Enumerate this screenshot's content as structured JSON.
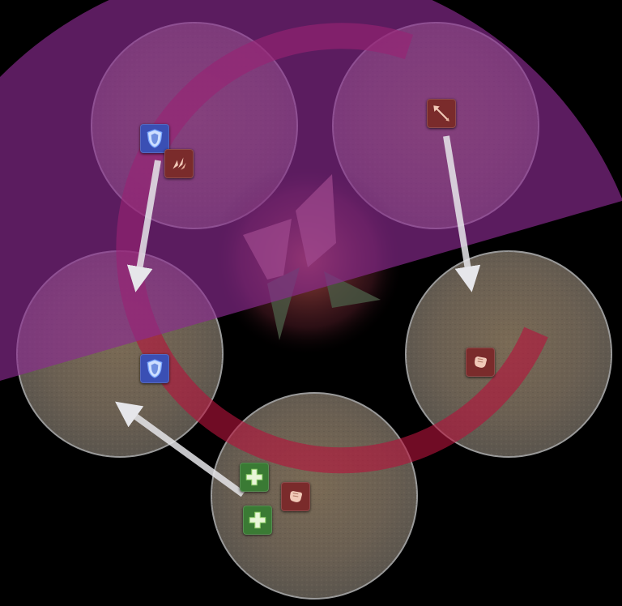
{
  "colors": {
    "background": "#000000",
    "aoe_purple": "#7a2a7e",
    "arc_red": "#b4143c",
    "platform_stone": "#6d6254",
    "arrow": "#e6e6ea",
    "tank": "#3a4fb4",
    "healer": "#3a7a34",
    "melee_dps": "#7a2b2b",
    "ranged_dps": "#7a2b2b"
  },
  "platforms": [
    {
      "id": "top-left"
    },
    {
      "id": "top-right"
    },
    {
      "id": "mid-left"
    },
    {
      "id": "mid-right"
    },
    {
      "id": "bottom"
    }
  ],
  "markers": [
    {
      "name": "tank-marker-top",
      "role": "tank",
      "icon": "shield-icon"
    },
    {
      "name": "melee-marker-top",
      "role": "melee_dps",
      "icon": "claw-icon"
    },
    {
      "name": "ranged-marker-top",
      "role": "ranged_dps",
      "icon": "bow-icon"
    },
    {
      "name": "tank-marker-left",
      "role": "tank",
      "icon": "shield-icon"
    },
    {
      "name": "melee-marker-right",
      "role": "melee_dps",
      "icon": "fist-icon"
    },
    {
      "name": "healer-marker-1",
      "role": "healer",
      "icon": "cross-icon"
    },
    {
      "name": "healer-marker-2",
      "role": "healer",
      "icon": "cross-icon"
    },
    {
      "name": "melee-marker-bottom",
      "role": "melee_dps",
      "icon": "fist-icon"
    }
  ],
  "arrows": [
    {
      "name": "arrow-top-left-down",
      "from": "top-left",
      "to": "mid-left"
    },
    {
      "name": "arrow-top-right-down",
      "from": "top-right",
      "to": "mid-right"
    },
    {
      "name": "arrow-bottom-to-left",
      "from": "bottom",
      "to": "mid-left"
    }
  ]
}
